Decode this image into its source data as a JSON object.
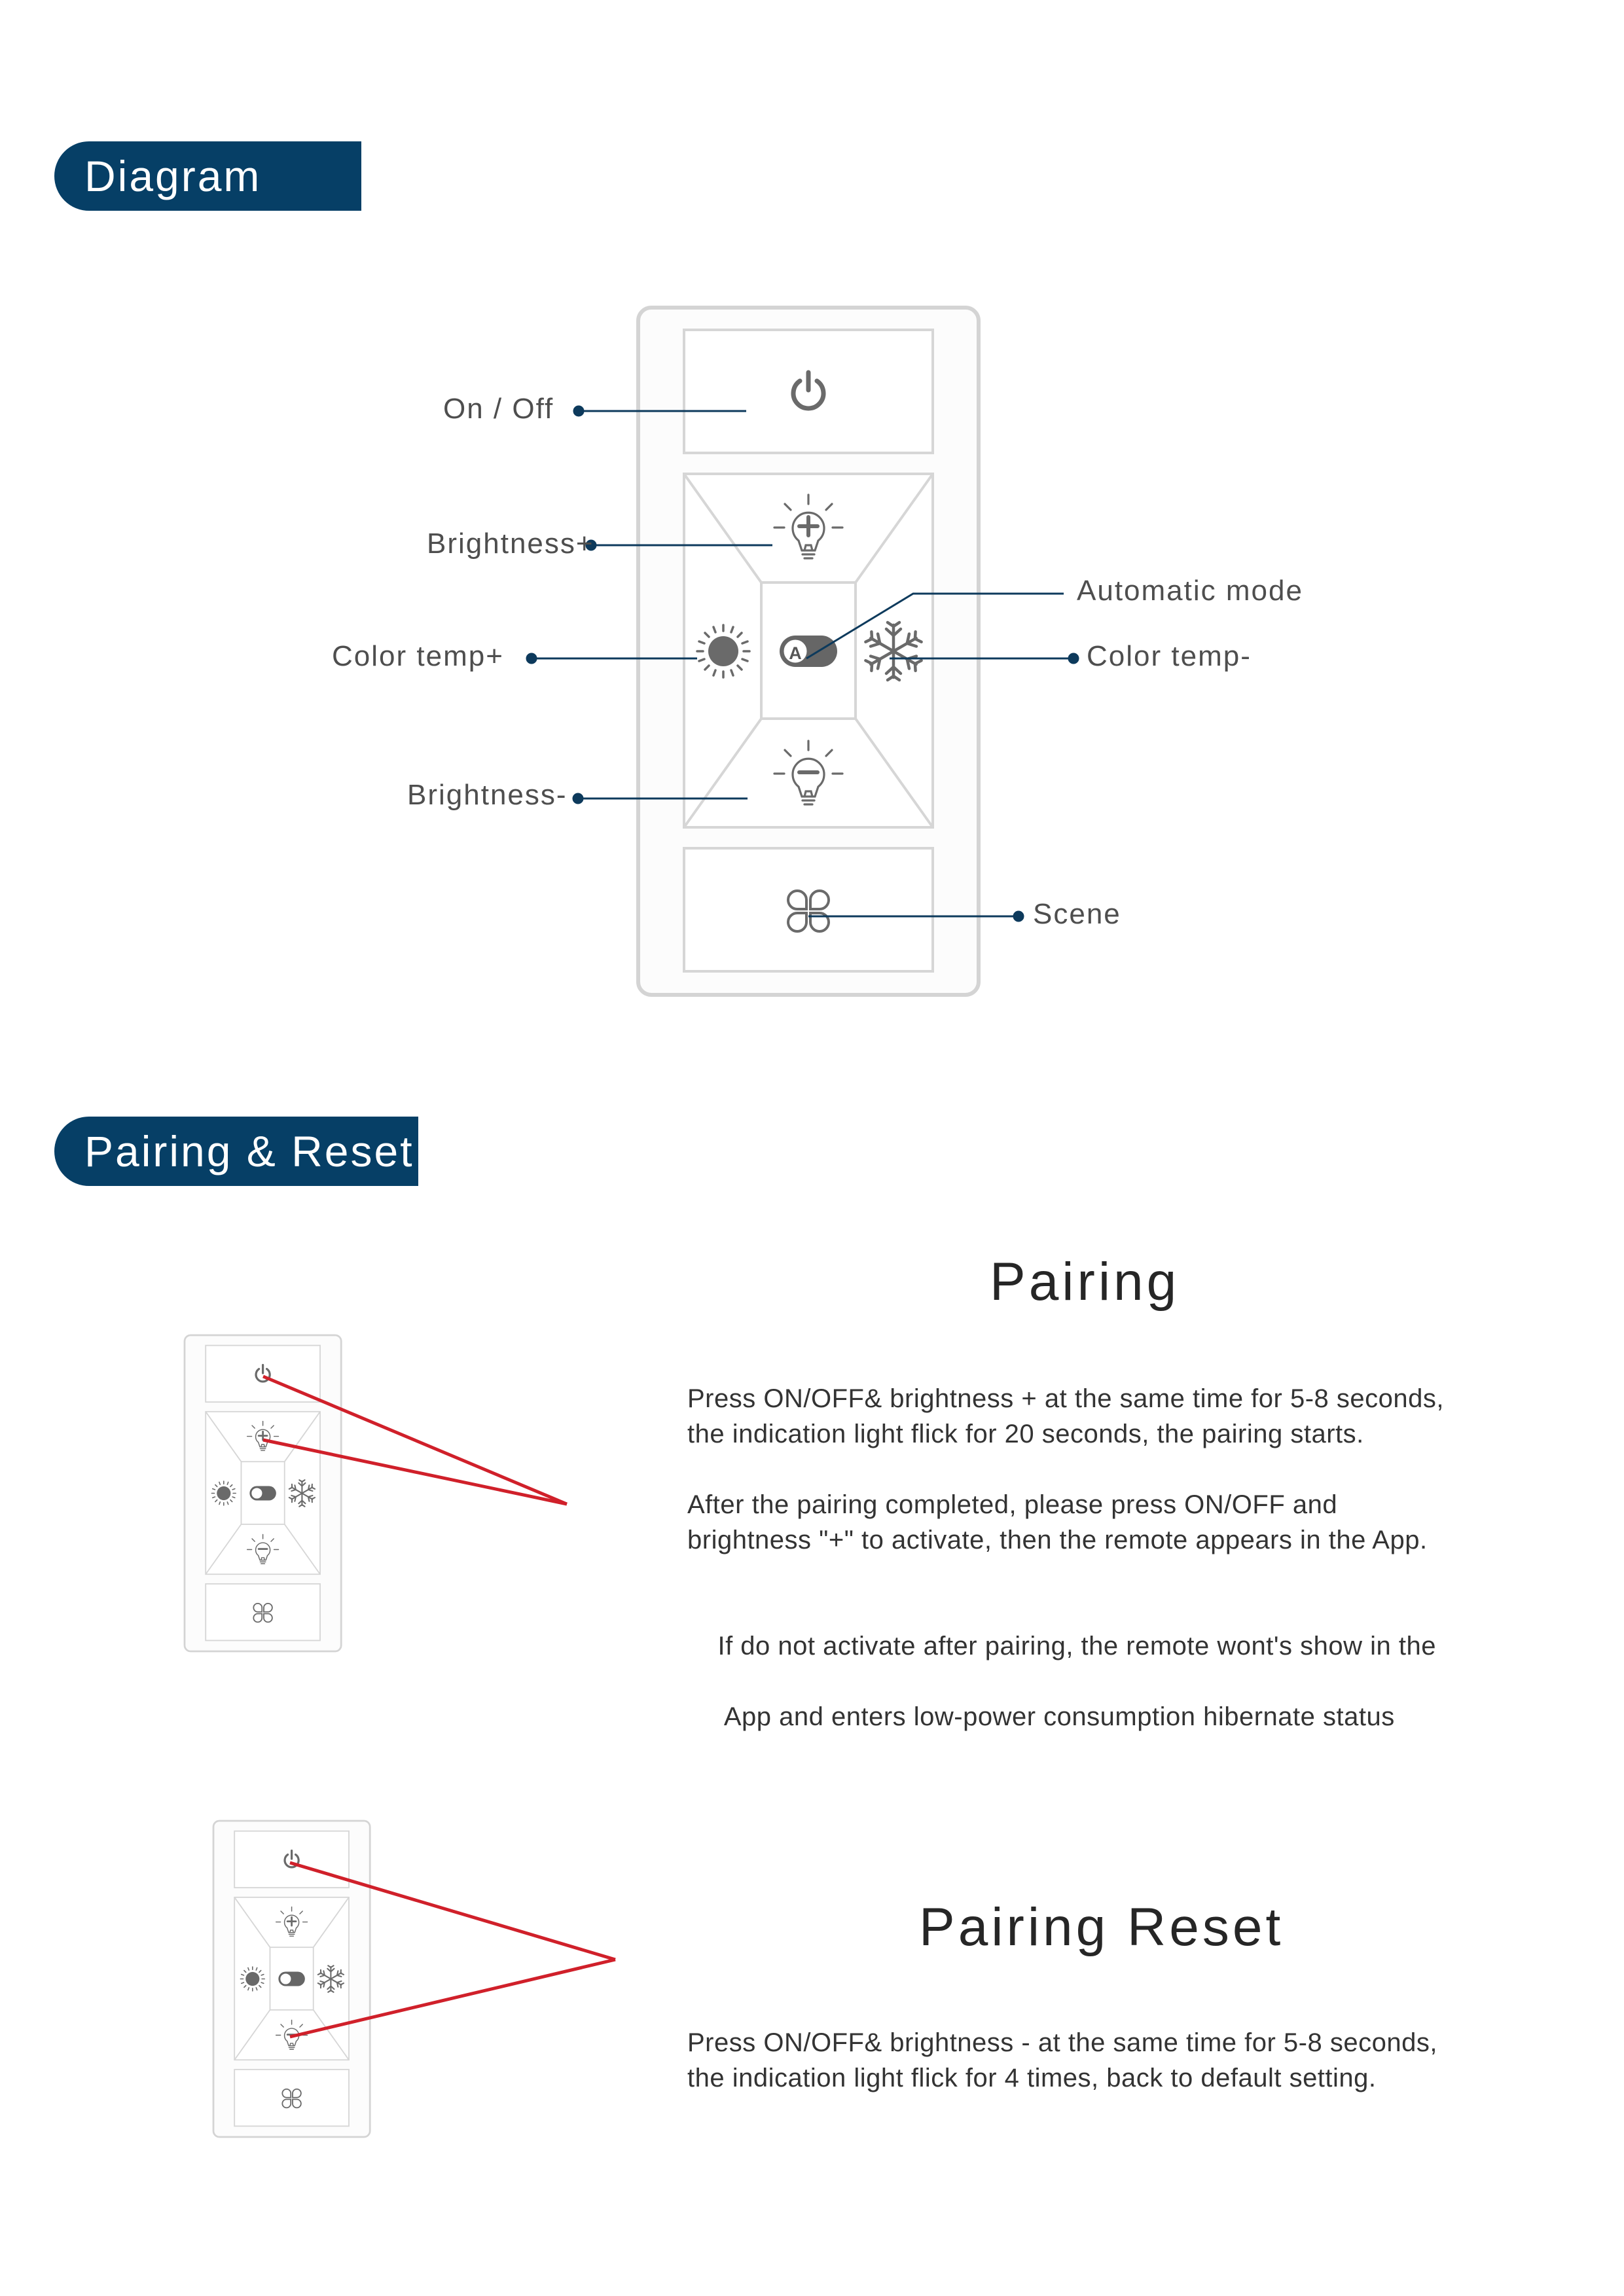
{
  "sections": {
    "diagram": "Diagram",
    "pairing_reset": "Pairing & Reset"
  },
  "diagram_labels": {
    "on_off": "On / Off",
    "brightness_plus": "Brightness+",
    "color_temp_plus": "Color temp+",
    "brightness_minus": "Brightness-",
    "automatic_mode": "Automatic mode",
    "color_temp_minus": "Color temp-",
    "scene": "Scene"
  },
  "auto_button_letter": "A",
  "pairing": {
    "title": "Pairing",
    "paragraphs": [
      [
        "Press ON/OFF& brightness + at the same time for 5-8 seconds,",
        "the indication light flick for 20 seconds, the pairing starts."
      ],
      [
        "After the pairing completed, please press ON/OFF and",
        "brightness \"+\" to activate, then the remote appears in the App."
      ],
      [
        "If do not activate after pairing, the remote wont's show in the",
        " App and enters low-power consumption hibernate status"
      ]
    ]
  },
  "pairing_reset": {
    "title": "Pairing Reset",
    "paragraphs": [
      [
        "Press ON/OFF& brightness - at the same time for 5-8 seconds,",
        "the indication light flick for 4 times, back to default setting."
      ]
    ]
  },
  "colors": {
    "brand_navy": "#063f66",
    "callout_line": "#0d3a5c",
    "indicator_red": "#d0202a",
    "icon_gray": "#6a6a6a"
  },
  "icons": [
    "power-icon",
    "bulb-plus-icon",
    "sun-icon",
    "auto-toggle-icon",
    "snowflake-icon",
    "bulb-minus-icon",
    "scene-clover-icon"
  ]
}
